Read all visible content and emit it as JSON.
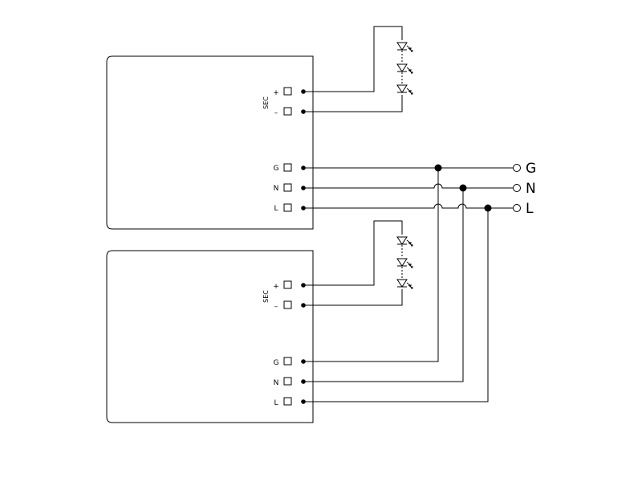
{
  "diagram": {
    "sec_label": "SEC",
    "plus_symbol": "+",
    "minus_symbol": "–",
    "terminals": {
      "g": "G",
      "n": "N",
      "l": "L"
    },
    "rails": {
      "g": "G",
      "n": "N",
      "l": "L"
    }
  }
}
